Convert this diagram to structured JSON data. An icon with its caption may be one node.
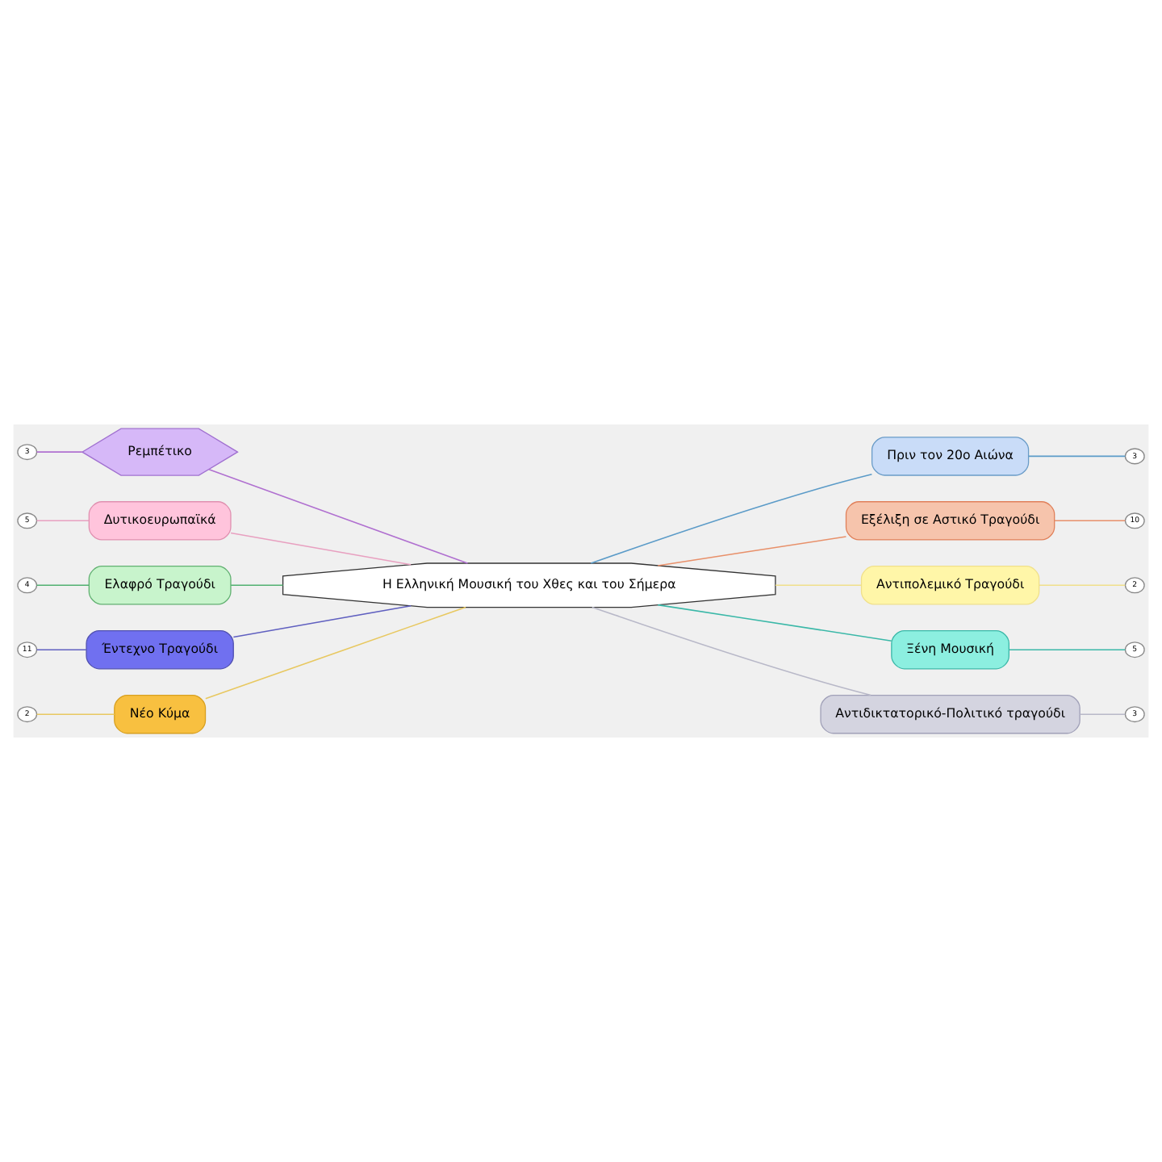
{
  "diagram": {
    "nodes": [
      {
        "text": [
          "Η Ελληνική Μουσική του Χθες και του Σήμερα"
        ]
      },
      {
        "text": [
          "Πριν τον 20ο Αιώνα"
        ]
      },
      {
        "text": [
          "Εξέλιξη σε Αστικό Τραγούδι"
        ]
      },
      {
        "text": [
          "Αντιπολεμικό Τραγούδι"
        ]
      },
      {
        "text": [
          "Ξένη Μουσική"
        ]
      },
      {
        "text": [
          "Αντιδικτατορικό-Πολιτικό τραγούδι"
        ]
      },
      {
        "text": [
          "Ρεμπέτικο"
        ]
      },
      {
        "text": [
          "Δυτικοευρωπαϊκά"
        ]
      },
      {
        "text": [
          "Ελαφρό Τραγούδι"
        ]
      },
      {
        "text": [
          "Έντεχνο Τραγούδι"
        ]
      },
      {
        "text": [
          "Νέο Κύμα"
        ]
      },
      {
        "text": [
          "3"
        ]
      },
      {
        "text": [
          "10"
        ]
      },
      {
        "text": [
          "2"
        ]
      },
      {
        "text": [
          "5"
        ]
      },
      {
        "text": [
          "3"
        ]
      },
      {
        "text": [
          "3"
        ]
      },
      {
        "text": [
          "5"
        ]
      },
      {
        "text": [
          "4"
        ]
      },
      {
        "text": [
          "11"
        ]
      },
      {
        "text": [
          "2"
        ]
      }
    ],
    "edges": [
      {
        "from": 0,
        "to": 1,
        "arrow": "none",
        "color": "#5b9bc8"
      },
      {
        "from": 0,
        "to": 2,
        "arrow": "none",
        "color": "#e8906a"
      },
      {
        "from": 0,
        "to": 3,
        "arrow": "none",
        "color": "#f0e08a"
      },
      {
        "from": 0,
        "to": 4,
        "arrow": "none",
        "color": "#3bb8a8"
      },
      {
        "from": 0,
        "to": 5,
        "arrow": "none",
        "color": "#b8b8c8"
      },
      {
        "from": 0,
        "to": 6,
        "arrow": "none",
        "color": "#b070d0"
      },
      {
        "from": 0,
        "to": 7,
        "arrow": "none",
        "color": "#e8a0c0"
      },
      {
        "from": 0,
        "to": 8,
        "arrow": "none",
        "color": "#50b070"
      },
      {
        "from": 0,
        "to": 9,
        "arrow": "none",
        "color": "#6060c0"
      },
      {
        "from": 0,
        "to": 10,
        "arrow": "none",
        "color": "#e8c860"
      },
      {
        "from": 1,
        "to": 11,
        "arrow": "none",
        "color": "#5b9bc8"
      },
      {
        "from": 2,
        "to": 12,
        "arrow": "none",
        "color": "#e8906a"
      },
      {
        "from": 3,
        "to": 13,
        "arrow": "none",
        "color": "#f0e08a"
      },
      {
        "from": 4,
        "to": 14,
        "arrow": "none",
        "color": "#3bb8a8"
      },
      {
        "from": 5,
        "to": 15,
        "arrow": "none",
        "color": "#b8b8c8"
      },
      {
        "from": 6,
        "to": 16,
        "arrow": "none",
        "color": "#b070d0"
      },
      {
        "from": 7,
        "to": 17,
        "arrow": "none",
        "color": "#e8a0c0"
      },
      {
        "from": 8,
        "to": 18,
        "arrow": "none",
        "color": "#50b070"
      },
      {
        "from": 9,
        "to": 19,
        "arrow": "none",
        "color": "#6060c0"
      },
      {
        "from": 10,
        "to": 20,
        "arrow": "none",
        "color": "#e8c860"
      }
    ]
  }
}
